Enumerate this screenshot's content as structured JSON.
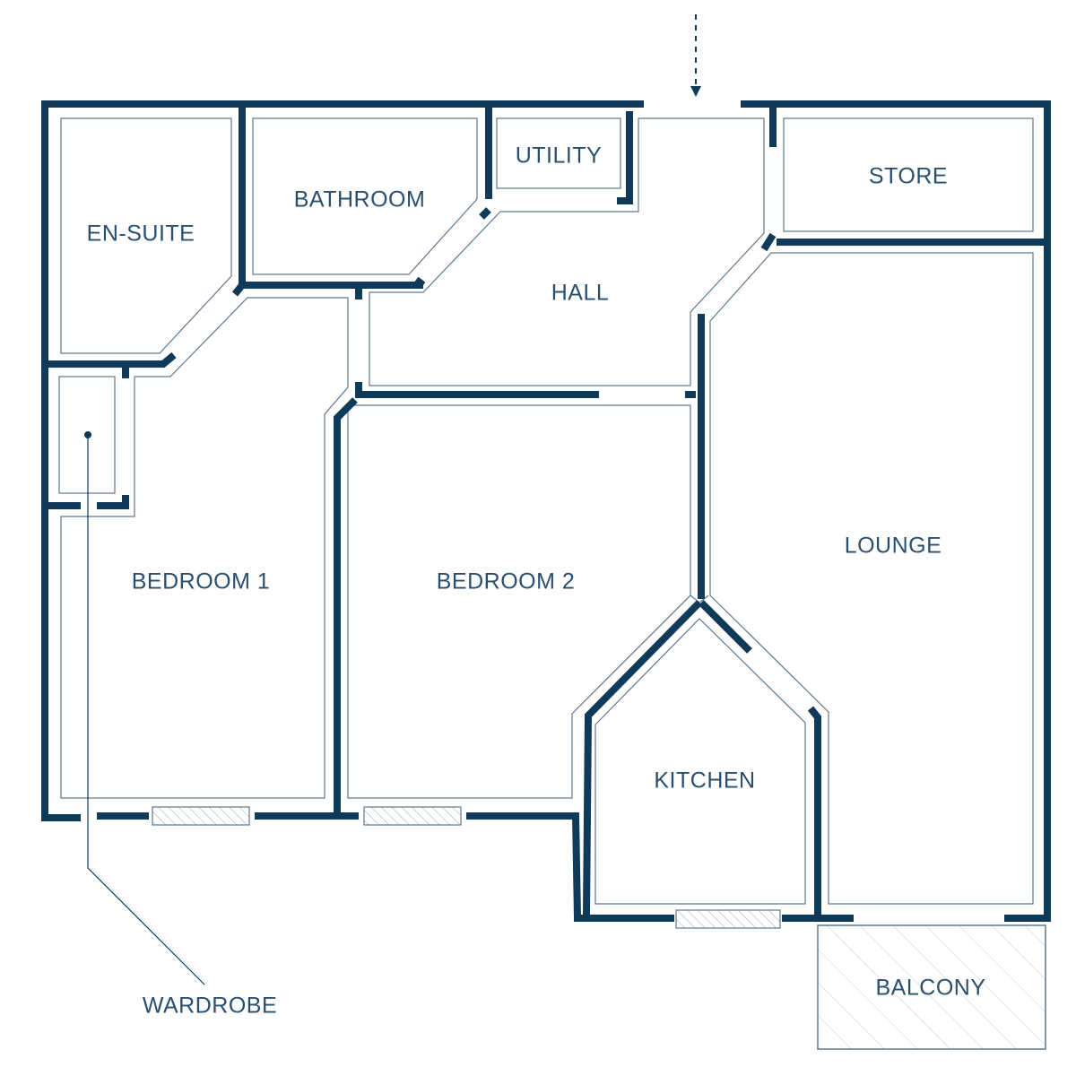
{
  "colors": {
    "wall": "#0f3a5a",
    "text": "#2a4f6e",
    "thin": "#5d7890",
    "background": "#ffffff"
  },
  "rooms": {
    "en_suite": "EN-SUITE",
    "bathroom": "BATHROOM",
    "utility": "UTILITY",
    "store": "STORE",
    "hall": "HALL",
    "lounge": "LOUNGE",
    "bedroom_1": "BEDROOM 1",
    "bedroom_2": "BEDROOM 2",
    "kitchen": "KITCHEN",
    "balcony": "BALCONY"
  },
  "callouts": {
    "wardrobe": "WARDROBE"
  }
}
